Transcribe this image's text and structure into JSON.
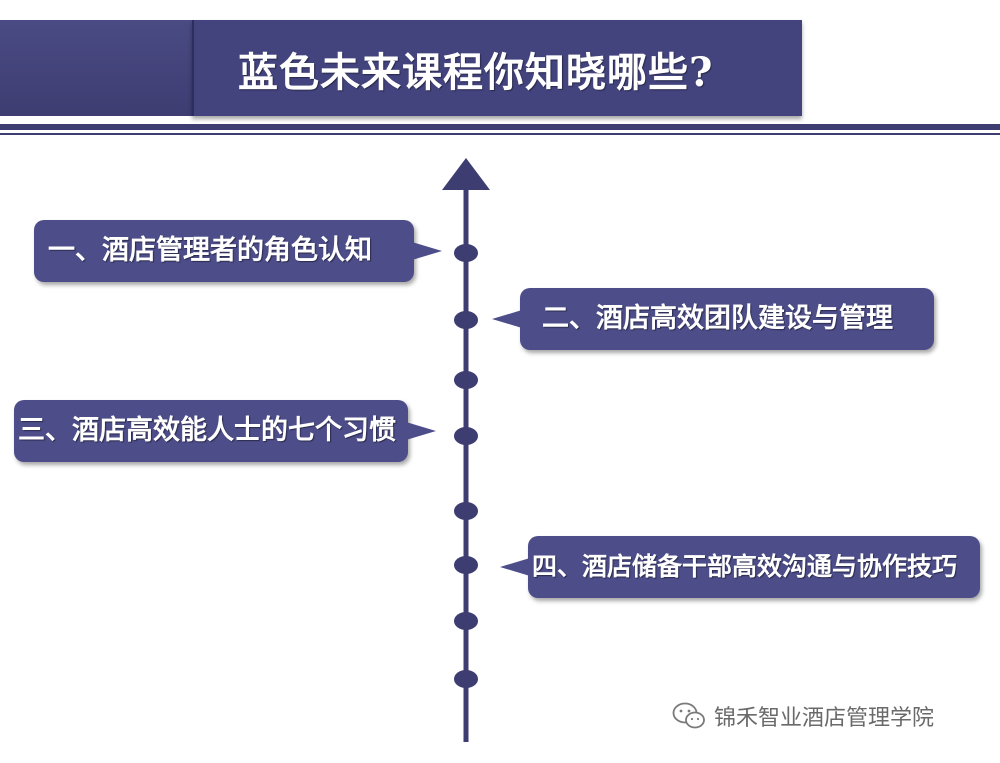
{
  "title": "蓝色未来课程你知晓哪些?",
  "colors": {
    "primary": "#43437e",
    "callout": "#4d4d8a",
    "timeline": "#3d3d72"
  },
  "items": [
    {
      "label": "一、酒店管理者的角色认知"
    },
    {
      "label": "二、酒店高效团队建设与管理"
    },
    {
      "label": "三、酒店高效能人士的七个习惯"
    },
    {
      "label": "四、酒店储备干部高效沟通与协作技巧"
    }
  ],
  "watermark": {
    "icon": "wechat-icon",
    "text": "锦禾智业酒店管理学院"
  }
}
